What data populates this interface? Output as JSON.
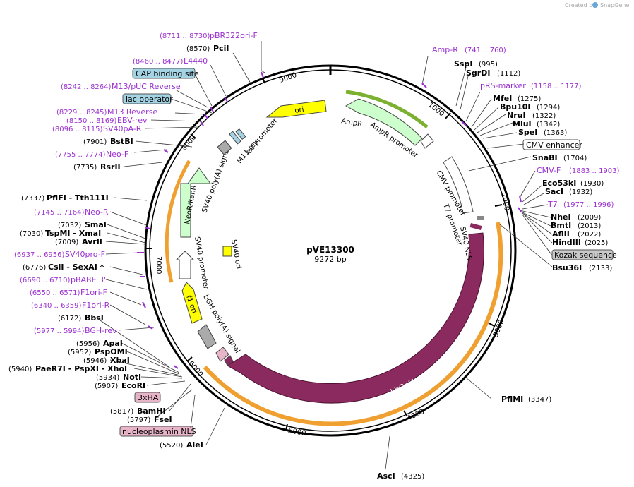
{
  "credit": {
    "text": "Created by",
    "brand": "SnapGene"
  },
  "plasmid": {
    "name": "pVE13300",
    "size": "9272 bp"
  },
  "ticks": [
    "1000",
    "2000",
    "3000",
    "4000",
    "5000",
    "6000",
    "7000",
    "8000",
    "9000"
  ],
  "features": {
    "ori": "ori",
    "ampr": "AmpR",
    "ampr_promoter": "AmpR promoter",
    "cmv_enhancer": "CMV enhancer",
    "cmv_promoter": "CMV promoter",
    "t7_promoter": "T7 promoter",
    "sv40_nls": "SV40 NLS",
    "kozak": "Kozak sequence",
    "lbcpf1": "LbCpf1",
    "nucleoplasmin_nls": "nucleoplasmin NLS",
    "xha": "3xHA",
    "bgh": "bGH poly(A) signal",
    "f1ori": "f1 ori",
    "sv40_promoter": "SV40 promoter",
    "sv40_ori": "SV40 ori",
    "neokanr": "NeoR/KanR",
    "sv40_polya": "SV40 poly(A) signal",
    "lac_promoter": "lac promoter",
    "m13rev": "M13 rev",
    "cap_site": "CAP binding site",
    "lac_operator": "lac operator"
  },
  "labels": [
    {
      "range": "(8711 .. 8730)",
      "name": "pBR322ori-F",
      "kind": "primer"
    },
    {
      "pos": "(8570)",
      "name": "PciI",
      "kind": "site"
    },
    {
      "range": "(8460 .. 8477)",
      "name": "L4440",
      "kind": "primer"
    },
    {
      "range": "(8242 .. 8264)",
      "name": "M13/pUC Reverse",
      "kind": "primer"
    },
    {
      "range": "(8229 .. 8245)",
      "name": "M13 Reverse",
      "kind": "primer"
    },
    {
      "range": "(8150 .. 8169)",
      "name": "EBV-rev",
      "kind": "primer"
    },
    {
      "range": "(8096 .. 8115)",
      "name": "SV40pA-R",
      "kind": "primer"
    },
    {
      "pos": "(7901)",
      "name": "BstBI",
      "kind": "site"
    },
    {
      "range": "(7755 .. 7774)",
      "name": "Neo-F",
      "kind": "primer"
    },
    {
      "pos": "(7735)",
      "name": "RsrII",
      "kind": "site"
    },
    {
      "pos": "(7337)",
      "name": "PflFI - Tth111I",
      "kind": "site"
    },
    {
      "range": "(7145 .. 7164)",
      "name": "Neo-R",
      "kind": "primer"
    },
    {
      "pos": "(7032)",
      "name": "SmaI",
      "kind": "site"
    },
    {
      "pos": "(7030)",
      "name": "TspMI - XmaI",
      "kind": "site"
    },
    {
      "pos": "(7009)",
      "name": "AvrII",
      "kind": "site"
    },
    {
      "range": "(6937 .. 6956)",
      "name": "SV40pro-F",
      "kind": "primer"
    },
    {
      "pos": "(6776)",
      "name": "CsiI - SexAI *",
      "kind": "site"
    },
    {
      "range": "(6690 .. 6710)",
      "name": "pBABE 3'",
      "kind": "primer"
    },
    {
      "range": "(6550 .. 6571)",
      "name": "F1ori-F",
      "kind": "primer"
    },
    {
      "range": "(6340 .. 6359)",
      "name": "F1ori-R",
      "kind": "primer"
    },
    {
      "pos": "(6172)",
      "name": "BbsI",
      "kind": "site"
    },
    {
      "range": "(5977 .. 5994)",
      "name": "BGH-rev",
      "kind": "primer"
    },
    {
      "pos": "(5956)",
      "name": "ApaI",
      "kind": "site"
    },
    {
      "pos": "(5952)",
      "name": "PspOMI",
      "kind": "site"
    },
    {
      "pos": "(5946)",
      "name": "XbaI",
      "kind": "site"
    },
    {
      "pos": "(5940)",
      "name": "PaeR7I - PspXI - XhoI",
      "kind": "site"
    },
    {
      "pos": "(5934)",
      "name": "NotI",
      "kind": "site"
    },
    {
      "pos": "(5907)",
      "name": "EcoRI",
      "kind": "site"
    },
    {
      "pos": "(5817)",
      "name": "BamHI",
      "kind": "site"
    },
    {
      "pos": "(5797)",
      "name": "FseI",
      "kind": "site"
    },
    {
      "pos": "(5520)",
      "name": "AleI",
      "kind": "site"
    },
    {
      "pos": "(4325)",
      "name": "AscI",
      "kind": "site"
    },
    {
      "pos": "(3347)",
      "name": "PflMI",
      "kind": "site"
    },
    {
      "range": "(741 .. 760)",
      "name": "Amp-R",
      "kind": "primer"
    },
    {
      "pos": "(995)",
      "name": "SspI",
      "kind": "site"
    },
    {
      "pos": "(1112)",
      "name": "SgrDI",
      "kind": "site"
    },
    {
      "range": "(1158 .. 1177)",
      "name": "pRS-marker",
      "kind": "primer"
    },
    {
      "pos": "(1275)",
      "name": "MfeI",
      "kind": "site"
    },
    {
      "pos": "(1294)",
      "name": "Bpu10I",
      "kind": "site"
    },
    {
      "pos": "(1322)",
      "name": "NruI",
      "kind": "site"
    },
    {
      "pos": "(1342)",
      "name": "MluI",
      "kind": "site"
    },
    {
      "pos": "(1363)",
      "name": "SpeI",
      "kind": "site"
    },
    {
      "pos": "(1704)",
      "name": "SnaBI",
      "kind": "site"
    },
    {
      "range": "(1883 .. 1903)",
      "name": "CMV-F",
      "kind": "primer"
    },
    {
      "pos": "(1930)",
      "name": "Eco53kI",
      "kind": "site"
    },
    {
      "pos": "(1932)",
      "name": "SacI",
      "kind": "site"
    },
    {
      "range": "(1977 .. 1996)",
      "name": "T7",
      "kind": "primer"
    },
    {
      "pos": "(2009)",
      "name": "NheI",
      "kind": "site"
    },
    {
      "pos": "(2013)",
      "name": "BmtI",
      "kind": "site"
    },
    {
      "pos": "(2022)",
      "name": "AflII",
      "kind": "site"
    },
    {
      "pos": "(2025)",
      "name": "HindIII",
      "kind": "site"
    },
    {
      "pos": "(2133)",
      "name": "Bsu36I",
      "kind": "site"
    }
  ],
  "colors": {
    "primer": "#9b30d0",
    "site": "#000000",
    "lbcpf1": "#8b2a5e",
    "ori": "#ffff00",
    "ampr": "#ccffcc",
    "orange": "#f0a030",
    "cap": "#a4d4e4",
    "xha": "#e8b4c8",
    "kozak": "#c8c8c8"
  }
}
